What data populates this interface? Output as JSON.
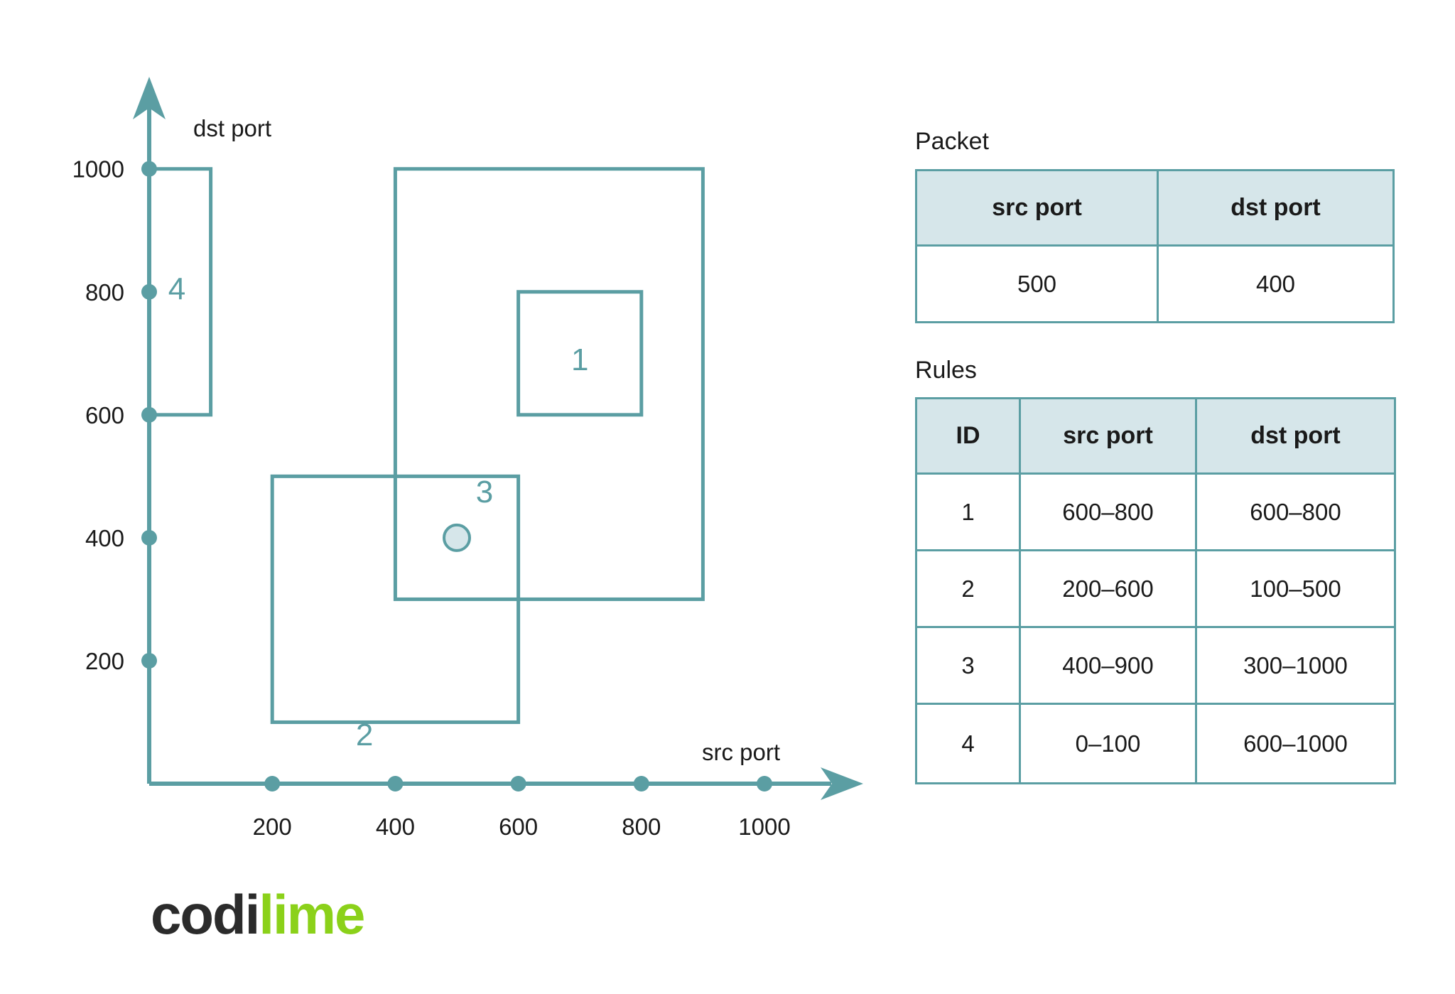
{
  "axes": {
    "x_label": "src port",
    "y_label": "dst port",
    "x_ticks": [
      "200",
      "400",
      "600",
      "800",
      "1000"
    ],
    "y_ticks": [
      "200",
      "400",
      "600",
      "800",
      "1000"
    ],
    "color": "#5b9ea3"
  },
  "regions": [
    {
      "id": "1",
      "src": [
        600,
        800
      ],
      "dst": [
        600,
        800
      ]
    },
    {
      "id": "2",
      "src": [
        200,
        600
      ],
      "dst": [
        100,
        500
      ]
    },
    {
      "id": "3",
      "src": [
        400,
        900
      ],
      "dst": [
        300,
        1000
      ]
    },
    {
      "id": "4",
      "src": [
        0,
        100
      ],
      "dst": [
        600,
        1000
      ]
    }
  ],
  "packet_point": {
    "src": 500,
    "dst": 400,
    "fill": "#d6e6ea"
  },
  "packet": {
    "title": "Packet",
    "headers": [
      "src port",
      "dst port"
    ],
    "values": [
      "500",
      "400"
    ]
  },
  "rules": {
    "title": "Rules",
    "headers": [
      "ID",
      "src port",
      "dst port"
    ],
    "rows": [
      [
        "1",
        "600–800",
        "600–800"
      ],
      [
        "2",
        "200–600",
        "100–500"
      ],
      [
        "3",
        "400–900",
        "300–1000"
      ],
      [
        "4",
        "0–100",
        "600–1000"
      ]
    ]
  },
  "logo": {
    "part1": "codi",
    "part2": "lime",
    "color_dark": "#2b2b2b",
    "color_lime": "#8bd11a"
  }
}
